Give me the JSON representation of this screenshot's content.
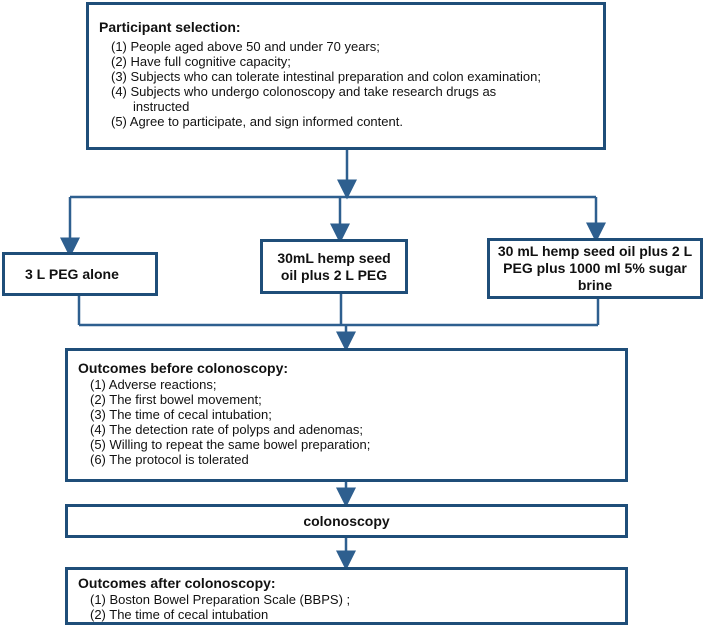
{
  "participant_selection": {
    "title": "Participant selection:",
    "items": [
      "(1)  People aged above 50 and under 70 years;",
      "(2)  Have full cognitive capacity;",
      "(3)  Subjects who can tolerate intestinal preparation and colon examination;",
      "(4)   Subjects who undergo colonoscopy and take research drugs as",
      "instructed",
      "(5)  Agree to participate, and sign informed content."
    ]
  },
  "groups": {
    "left": "3 L PEG alone",
    "middle": "30mL hemp seed oil plus 2 L PEG",
    "right": "30 mL hemp seed oil plus 2 L PEG plus 1000 ml 5% sugar brine"
  },
  "outcomes_before": {
    "title": "Outcomes before colonoscopy:",
    "items": [
      "(1)  Adverse reactions;",
      "(2)  The first bowel movement;",
      "(3)   The time of cecal intubation;",
      "(4)   The detection rate of polyps and adenomas;",
      "(5)  Willing to repeat the same bowel preparation;",
      "(6)  The protocol is tolerated"
    ]
  },
  "colonoscopy": "colonoscopy",
  "outcomes_after": {
    "title": "Outcomes after colonoscopy:",
    "items": [
      "(1)  Boston Bowel Preparation Scale (BBPS) ;",
      "(2)  The time  of cecal intubation"
    ]
  },
  "colors": {
    "border": "#1f4e79",
    "connector": "#2e5f8f"
  }
}
